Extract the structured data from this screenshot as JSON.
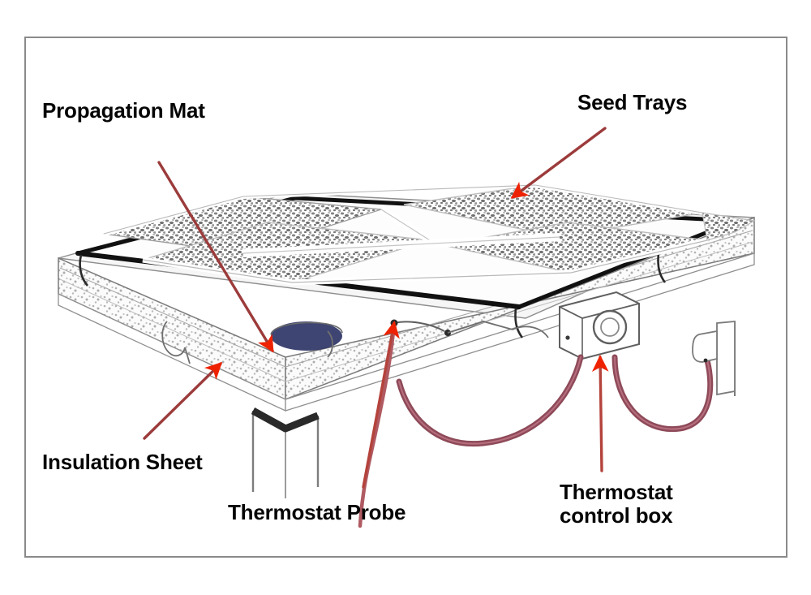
{
  "diagram": {
    "title": "Heated propagation bench cutaway diagram",
    "frame": {
      "border_color": "#8a8a8a",
      "background": "#ffffff"
    },
    "palette": {
      "label_text": "#050505",
      "leader_line": "#9c3b3b",
      "arrow_head": "#ee2200",
      "mat_edge": "#111111",
      "soil_dark": "#555555",
      "soil_mid": "#888888",
      "insulation_fill": "#f2f2f2",
      "outline_gray": "#6f6f6f",
      "cord_maroon": "#8e4a58",
      "mat_layer_blue": "#2e3566"
    },
    "callouts": [
      {
        "id": "propagation-mat",
        "label": "Propagation Mat",
        "lines": [
          "Propagation Mat"
        ],
        "leader_from": [
          196,
          200
        ],
        "leader_to": [
          336,
          432
        ],
        "arrow_color": "#ee2200"
      },
      {
        "id": "seed-trays",
        "label": "Seed Trays",
        "lines": [
          "Seed Trays"
        ],
        "leader_from": [
          746,
          158
        ],
        "leader_to": [
          632,
          243
        ],
        "arrow_color": "#ee2200"
      },
      {
        "id": "insulation-sheet",
        "label": "Insulation Sheet",
        "lines": [
          "Insulation Sheet"
        ],
        "leader_from": [
          178,
          540
        ],
        "leader_to": [
          272,
          448
        ],
        "arrow_color": "#ee2200"
      },
      {
        "id": "thermostat-probe",
        "label": "Thermostat Probe",
        "lines": [
          "Thermostat Probe"
        ],
        "leader_from": [
          448,
          600
        ],
        "leader_to": [
          486,
          398
        ],
        "arrow_color": "#ee2200"
      },
      {
        "id": "thermostat-control-box",
        "label": "Thermostat control box",
        "lines": [
          "Thermostat",
          "control box"
        ],
        "leader_from": [
          742,
          580
        ],
        "leader_to": [
          740,
          440
        ],
        "arrow_color": "#ee2200"
      }
    ],
    "components": [
      {
        "name": "seed-tray",
        "count": 4,
        "arrangement": "2x2 grid",
        "contents": "granular seed compost"
      },
      {
        "name": "propagation-mat",
        "description": "dark heating mat beneath the trays"
      },
      {
        "name": "insulation-sheet",
        "description": "thick speckled insulation board under the mat"
      },
      {
        "name": "bench-leg",
        "count": 1,
        "description": "visible front table leg"
      },
      {
        "name": "thermostat-control-box",
        "description": "box with round dial on right end of bench"
      },
      {
        "name": "thermostat-probe",
        "description": "sensor wire running down from under the mat"
      },
      {
        "name": "power-cord",
        "count": 2,
        "description": "looping mains cords"
      },
      {
        "name": "wall-socket",
        "description": "outlet on the right edge"
      }
    ]
  }
}
